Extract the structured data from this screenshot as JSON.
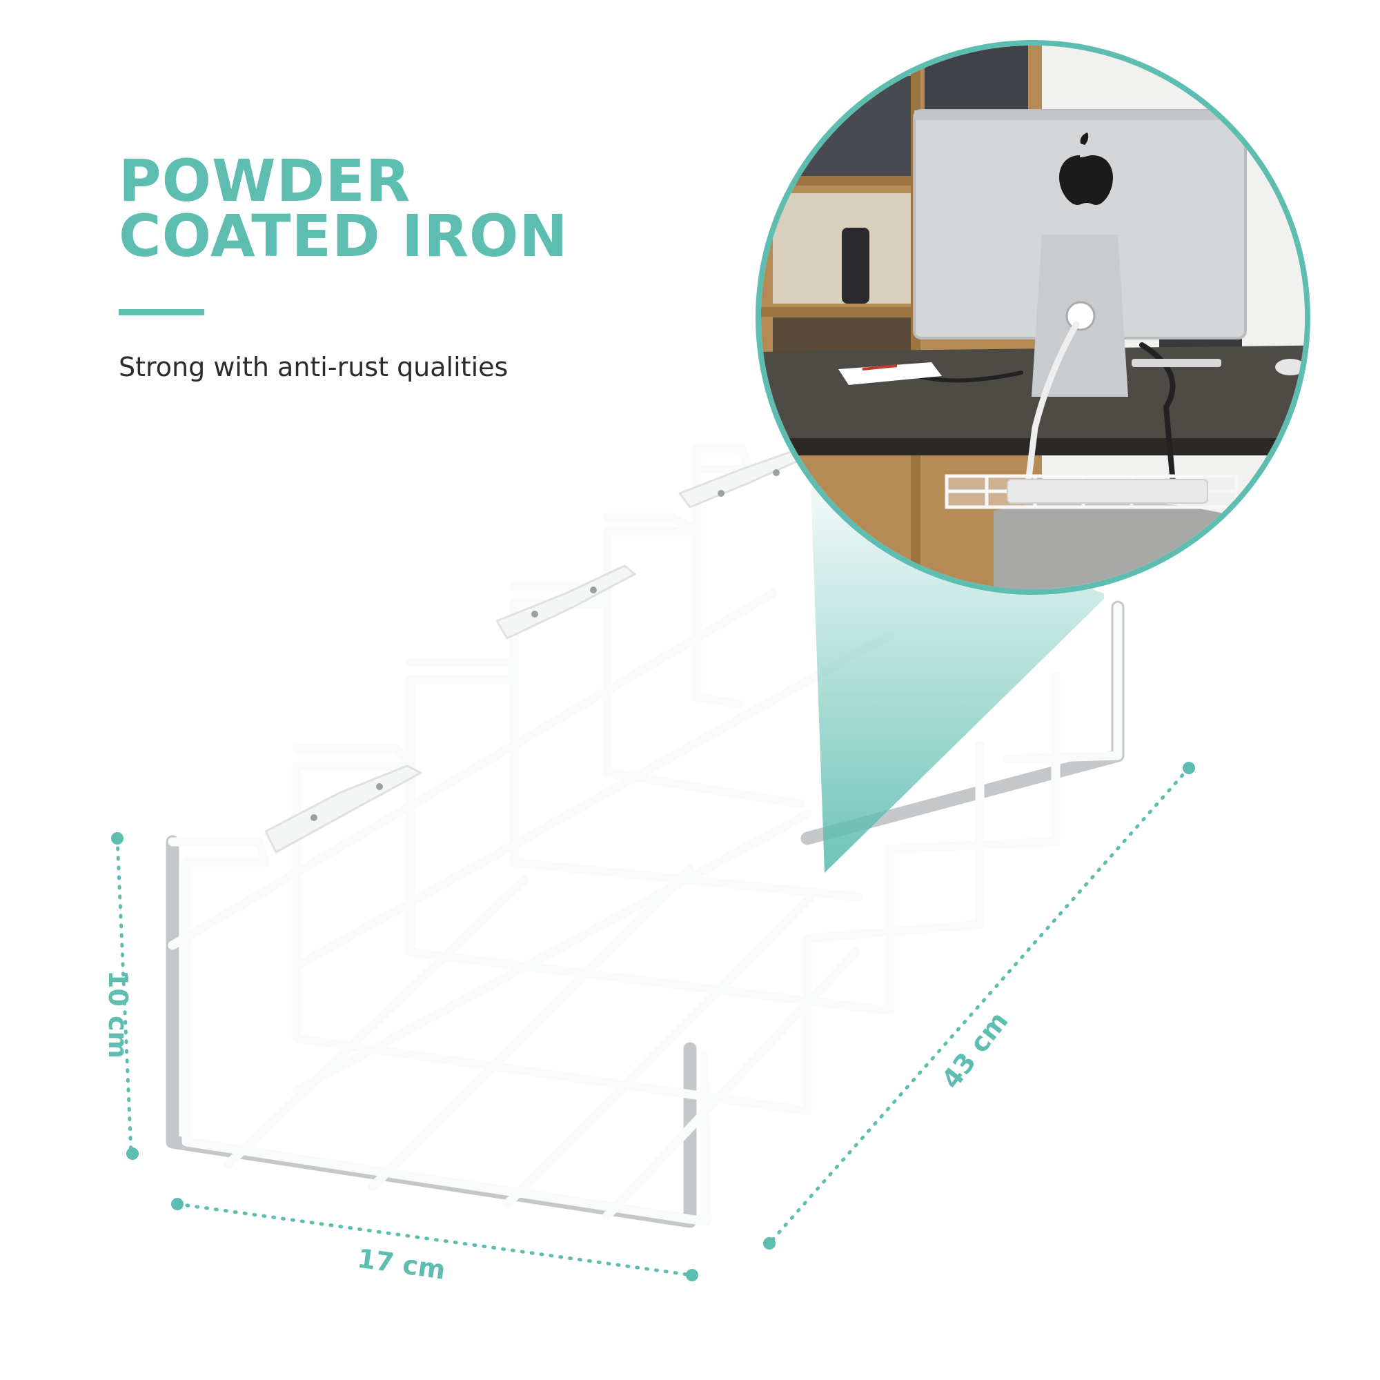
{
  "headline": {
    "line1": "POWDER",
    "line2": "COATED IRON"
  },
  "tagline": "Strong with anti-rust qualities",
  "dimensions": {
    "height": "10 cm",
    "width": "17 cm",
    "length": "43 cm"
  },
  "colors": {
    "accent": "#5dbdb0",
    "text": "#2b2b2b",
    "background": "#ffffff"
  },
  "icons": {
    "logo": "apple-logo"
  }
}
